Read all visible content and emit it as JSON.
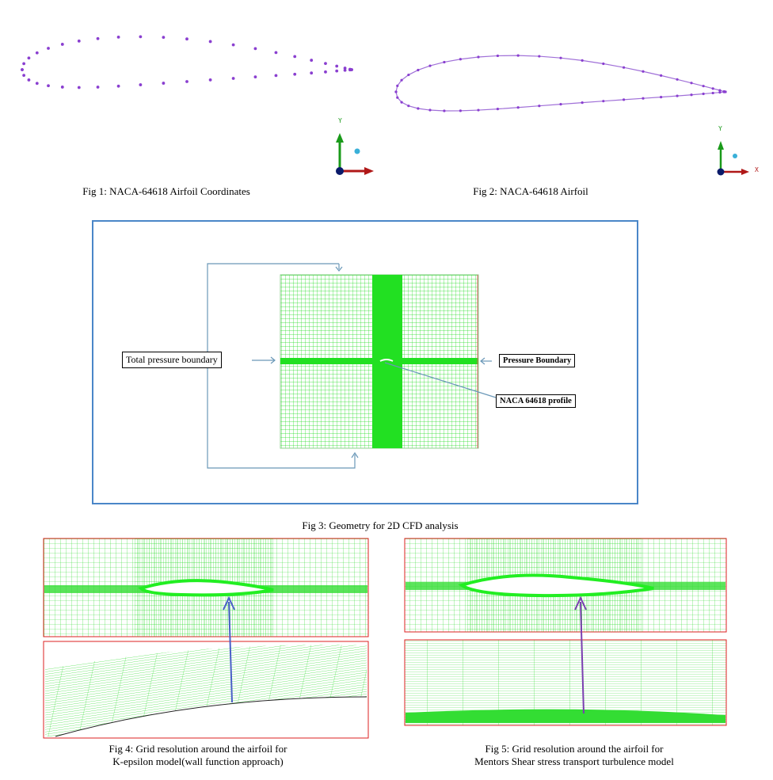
{
  "figures": {
    "fig1": {
      "caption": "Fig 1: NACA-64618 Airfoil Coordinates",
      "axis_y": "Y"
    },
    "fig2": {
      "caption": "Fig 2: NACA-64618 Airfoil",
      "axis_y": "Y",
      "axis2_y": "Y",
      "axis2_x": "X"
    },
    "fig3": {
      "caption": "Fig 3: Geometry for 2D CFD analysis",
      "labels": {
        "inlet": "Total pressure boundary",
        "outlet": "Pressure Boundary",
        "profile": "NACA 64618 profile"
      }
    },
    "fig4": {
      "caption_line1": "Fig 4: Grid resolution around the airfoil for",
      "caption_line2": "K-epsilon model(wall function approach)"
    },
    "fig5": {
      "caption_line1": "Fig 5: Grid resolution around the airfoil for",
      "caption_line2": "Mentors Shear stress transport turbulence model"
    }
  },
  "colors": {
    "points": "#8a3fd0",
    "mesh": "#22dd22",
    "frame": "#4a86c8",
    "border_red": "#dd2222",
    "arrow4": "#4a5fc8",
    "arrow5": "#7a3fb0"
  }
}
